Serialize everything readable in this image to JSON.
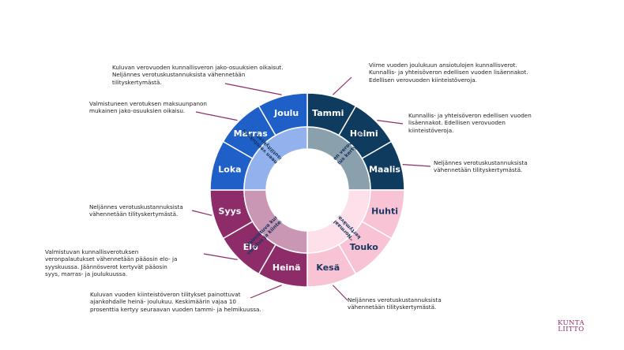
{
  "months": [
    {
      "key": "tammi",
      "label": "Tammi",
      "color": "#0f3b5f",
      "text_color": "#ffffff"
    },
    {
      "key": "helmi",
      "label": "Helmi",
      "color": "#0f3b5f",
      "text_color": "#ffffff"
    },
    {
      "key": "maalis",
      "label": "Maalis",
      "color": "#0f3b5f",
      "text_color": "#ffffff"
    },
    {
      "key": "huhti",
      "label": "Huhti",
      "color": "#f8c3d5",
      "text_color": "#17375e"
    },
    {
      "key": "touko",
      "label": "Touko",
      "color": "#f8c3d5",
      "text_color": "#17375e"
    },
    {
      "key": "kesa",
      "label": "Kesä",
      "color": "#f8c3d5",
      "text_color": "#17375e"
    },
    {
      "key": "heina",
      "label": "Heinä",
      "color": "#8e2c6a",
      "text_color": "#ffffff"
    },
    {
      "key": "elo",
      "label": "Elo",
      "color": "#8e2c6a",
      "text_color": "#ffffff"
    },
    {
      "key": "syys",
      "label": "Syys",
      "color": "#8e2c6a",
      "text_color": "#ffffff"
    },
    {
      "key": "loka",
      "label": "Loka",
      "color": "#1f5fc8",
      "text_color": "#ffffff"
    },
    {
      "key": "marras",
      "label": "Marras",
      "color": "#1f5fc8",
      "text_color": "#ffffff"
    },
    {
      "key": "joulu",
      "label": "Joulu",
      "color": "#1f5fc8",
      "text_color": "#ffffff"
    }
  ],
  "quadrants": [
    {
      "key": "q1",
      "lines": [
        "Edellisen verovuoden",
        "vaikutus kertymiin."
      ],
      "color": "#8ba0ad",
      "text_color": "#17375e"
    },
    {
      "key": "q2",
      "lines": [
        "\"Normaali\"",
        "kertymävaihe"
      ],
      "color": "#fde0ea",
      "text_color": "#17375e"
    },
    {
      "key": "q3",
      "lines": [
        "Valmistuva kunnallis-",
        "verotus ja kiinteistövero."
      ],
      "color": "#c996b4",
      "text_color": "#17375e"
    },
    {
      "key": "q4",
      "lines": [
        "Valmistuneen verotuksen",
        "oikaisutilitykset."
      ],
      "color": "#93b1ec",
      "text_color": "#17375e"
    }
  ],
  "notes": [
    {
      "key": "tammi",
      "text": "Viime vuoden joulukuun ansiotulojen kunnallisverot.\nKunnallis- ja yhteisöveron edellisen vuoden lisäennakot.\nEdellisen verovuoden kiinteistöveroja."
    },
    {
      "key": "helmi",
      "text": "Kunnallis- ja yhteisöveron edellisen vuoden\nlisäennakot. Edellisen verovuoden\nkiinteistöveroja."
    },
    {
      "key": "maalis",
      "text": "Neljännes verotuskustannuksista\nvähennetään tilityskertymästä."
    },
    {
      "key": "kesa",
      "text": "Neljännes verotuskustannuksista\nvähennetään tilityskertymästä."
    },
    {
      "key": "heina",
      "text": "Kuluvan vuoden kiinteistöveron tilitykset painottuvat\najankohdalle heinä- joulukuu. Keskimäärin vajaa 10\nprosenttia kertyy seuraavan vuoden tammi- ja helmikuussa."
    },
    {
      "key": "elo",
      "text": "Valmistuvan kunnallisverotuksen\nveronpalautukset vähennetään pääosin elo- ja\nsyyskuussa. Jäännösverot kertyvät pääosin\nsyys, marras- ja joulukuussa."
    },
    {
      "key": "syys",
      "text": "Neljännes verotuskustannuksista\nvähennetään tilityskertymästä."
    },
    {
      "key": "marras",
      "text": "Valmistuneen verotuksen maksuunpanon\nmukainen jako-osuuksien oikaisu."
    },
    {
      "key": "joulu",
      "text": "Kuluvan verovuoden kunnallisveron jako-osuuksien oikaisut.\nNeljännes verotuskustannuksista vähennetään\ntilityskertymästä."
    }
  ],
  "logo": {
    "line1": "KUNTA",
    "line2": "LIITTO"
  },
  "colors": {
    "connector": "#8e2c6a",
    "separator": "#ffffff"
  }
}
